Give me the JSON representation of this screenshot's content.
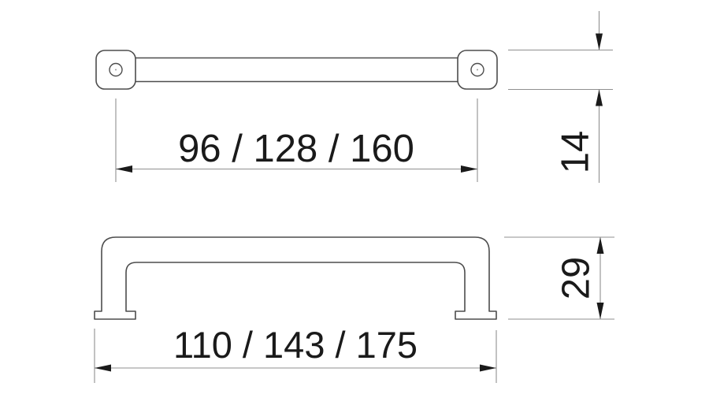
{
  "drawing": {
    "dimension_labels": {
      "hole_spacing": "96 / 128 / 160",
      "mounting_depth": "14",
      "overall_length": "110 / 143 / 175",
      "handle_height": "29"
    },
    "colors": {
      "outline": "#4d4d4d",
      "dimension_line": "#8f8f8f",
      "text": "#1a1a1a",
      "background": "#ffffff"
    }
  }
}
